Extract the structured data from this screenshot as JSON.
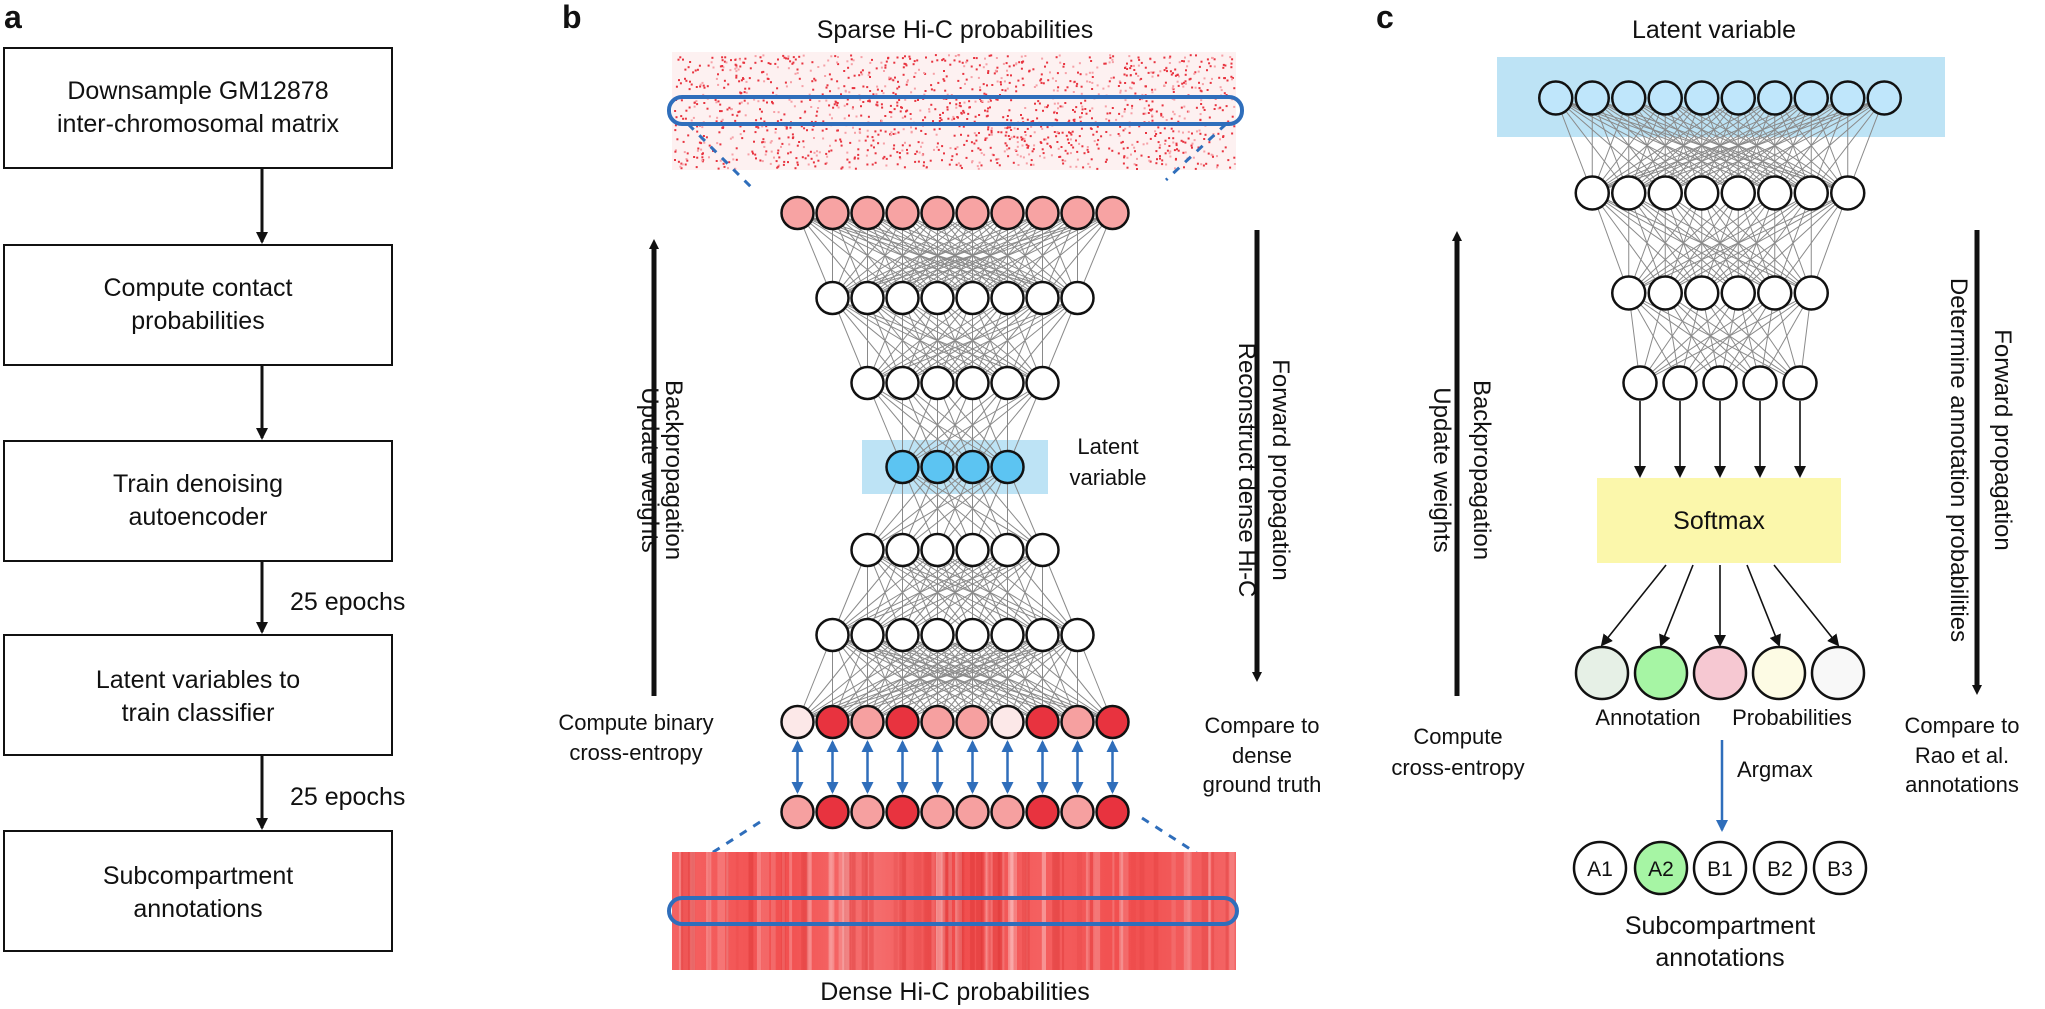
{
  "panel_a": {
    "letter": "a",
    "steps": [
      [
        "Downsample GM12878",
        "inter-chromosomal matrix"
      ],
      [
        "Compute contact",
        "probabilities"
      ],
      [
        "Train denoising",
        "autoencoder"
      ],
      [
        "Latent variables to",
        "train classifier"
      ],
      [
        "Subcompartment",
        "annotations"
      ]
    ],
    "epoch_label_1": "25 epochs",
    "epoch_label_2": "25 epochs"
  },
  "panel_b": {
    "letter": "b",
    "top_label": "Sparse Hi-C probabilities",
    "bottom_label": "Dense Hi-C probabilities",
    "latent_label_1": "Latent",
    "latent_label_2": "variable",
    "backprop": "Backpropagation",
    "update_weights": "Update weights",
    "forward": "Forward propagation",
    "reconstruct": "Reconstruct dense Hi-C",
    "left_note_1": "Compute binary",
    "left_note_2": "cross-entropy",
    "right_note_1": "Compare to",
    "right_note_2": "dense",
    "right_note_3": "ground truth",
    "layer_sizes": [
      10,
      8,
      6,
      4,
      6,
      8,
      10,
      10
    ],
    "colors": {
      "node_pink": "#f7a3a3",
      "latent_node": "#5cc4f2",
      "latent_bg": "#bde3f5",
      "arrow_blue": "#2f6ebb",
      "sparse_red": "#e8333f",
      "dense_red": "#f05555"
    }
  },
  "panel_c": {
    "letter": "c",
    "top_label": "Latent variable",
    "backprop": "Backpropagation",
    "update_weights": "Update weights",
    "forward": "Forward propagation",
    "determine": "Determine annotation probabilities",
    "softmax": "Softmax",
    "annotation": "Annotation",
    "probabilities": "Probabilities",
    "argmax": "Argmax",
    "left_note_1": "Compute",
    "left_note_2": "cross-entropy",
    "right_note_1": "Compare to",
    "right_note_2": "Rao et al.",
    "right_note_3": "annotations",
    "final_1": "Subcompartment",
    "final_2": "annotations",
    "classes": [
      "A1",
      "A2",
      "B1",
      "B2",
      "B3"
    ],
    "layer_sizes": [
      10,
      8,
      6,
      5
    ],
    "colors": {
      "latent_bg": "#bde3f5",
      "latent_node": "#bfe6fb",
      "softmax_bg": "#fbf7ab",
      "prob_nodes": [
        "#e6f0e6",
        "#a6f5a4",
        "#f6c8d2",
        "#fdfbe4",
        "#f8f8f8"
      ],
      "a2_fill": "#a6f5a4"
    }
  }
}
